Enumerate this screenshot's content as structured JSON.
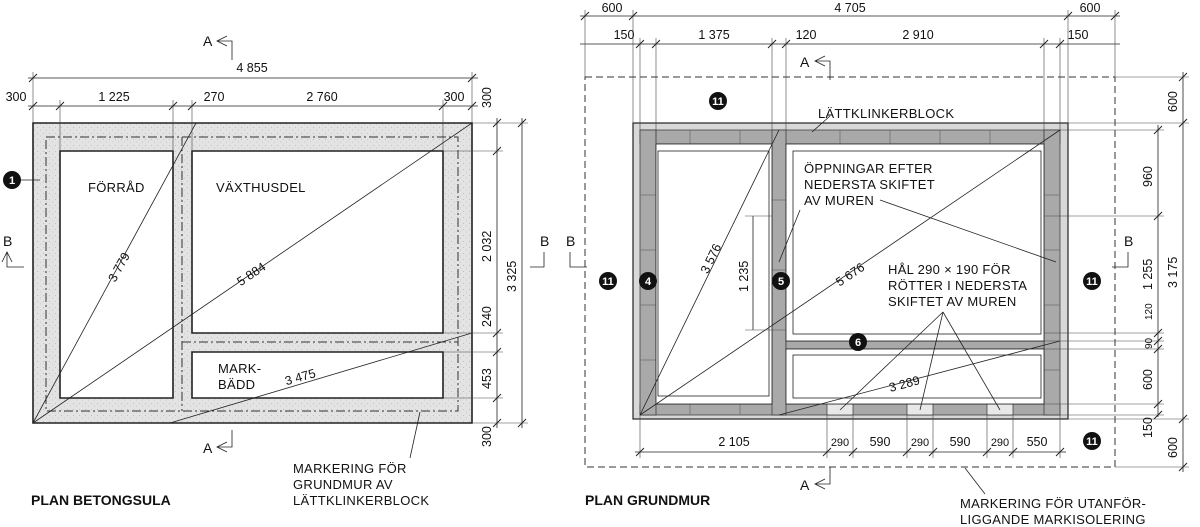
{
  "left_plan": {
    "title": "PLAN BETONGSULA",
    "dims_top_total": "4 855",
    "dims_top": [
      "300",
      "1 225",
      "270",
      "2 760",
      "300"
    ],
    "dims_right_total": "3 325",
    "dims_right": [
      "300",
      "2 032",
      "240",
      "453",
      "300"
    ],
    "diagonals": [
      "3 779",
      "5 884",
      "3 475"
    ],
    "rooms": [
      "FÖRRÅD",
      "VÄXTHUSDEL",
      "MARK-",
      "BÄDD"
    ],
    "marker": "1",
    "note": [
      "MARKERING FÖR",
      "GRUNDMUR AV",
      "LÄTTKLINKERBLOCK"
    ],
    "section_a": "A",
    "section_b": "B"
  },
  "right_plan": {
    "title": "PLAN GRUNDMUR",
    "dims_top_total": "4 705",
    "dims_top_outer": [
      "600",
      "600"
    ],
    "dims_top": [
      "150",
      "1 375",
      "120",
      "2 910",
      "150"
    ],
    "dims_bottom": [
      "2 105",
      "290",
      "590",
      "290",
      "590",
      "290",
      "550"
    ],
    "dims_right_total": "3 175",
    "dims_right": [
      "960",
      "1 255",
      "120",
      "90",
      "600",
      "150"
    ],
    "dims_right_outer": [
      "600",
      "600"
    ],
    "dim_inner": "1 235",
    "diagonals": [
      "3 576",
      "5 676",
      "3 289"
    ],
    "labels": {
      "block": "LÄTTKLINKERBLOCK",
      "openings": [
        "ÖPPNINGAR EFTER",
        "NEDERSTA SKIFTET",
        "AV MUREN"
      ],
      "holes": [
        "HÅL 290 × 190 FÖR",
        "RÖTTER I NEDERSTA",
        "SKIFTET AV MUREN"
      ]
    },
    "markers": [
      "11",
      "4",
      "5",
      "6",
      "11",
      "11",
      "11"
    ],
    "note": [
      "MARKERING FÖR UTANFÖR-",
      "LIGGANDE MARKISOLERING"
    ],
    "section_a": "A",
    "section_b": "B"
  }
}
